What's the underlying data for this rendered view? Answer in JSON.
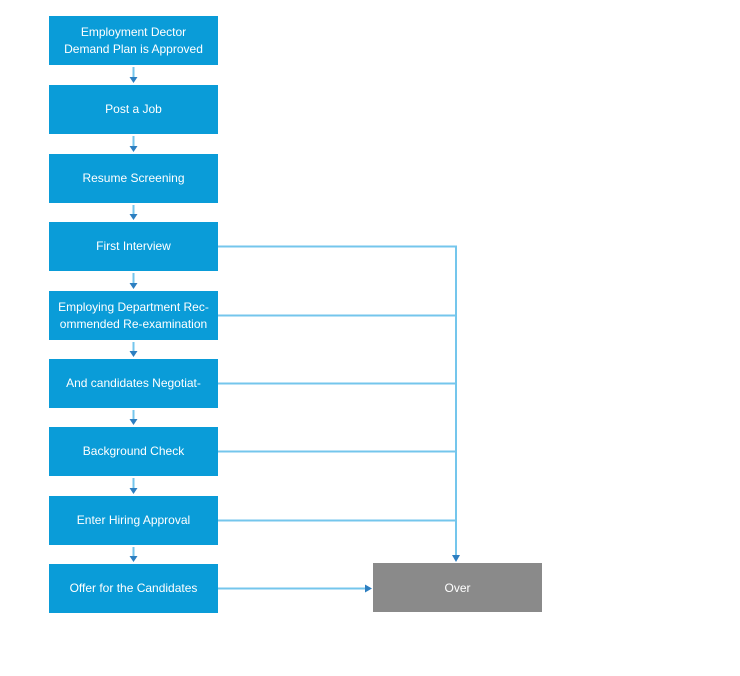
{
  "colors": {
    "box_blue": "#0a9cd8",
    "box_gray": "#8a8a8a",
    "connector": "#74c6ec",
    "arrowhead": "#2d7fc1",
    "box_text": "#ffffff"
  },
  "steps": [
    {
      "id": "demand-plan-approved",
      "label": "Employment Dector\nDemand Plan is Approved"
    },
    {
      "id": "post-a-job",
      "label": "Post a Job"
    },
    {
      "id": "resume-screening",
      "label": "Resume Screening"
    },
    {
      "id": "first-interview",
      "label": "First Interview"
    },
    {
      "id": "dept-recommended-reexamination",
      "label": "Employing Department Rec-\nommended Re-examination"
    },
    {
      "id": "candidates-negotiate",
      "label": "And candidates Negotiat-"
    },
    {
      "id": "background-check",
      "label": "Background Check"
    },
    {
      "id": "enter-hiring-approval",
      "label": "Enter Hiring Approval"
    },
    {
      "id": "offer-for-candidates",
      "label": "Offer for the Candidates"
    }
  ],
  "end_node": {
    "label": "Over"
  }
}
